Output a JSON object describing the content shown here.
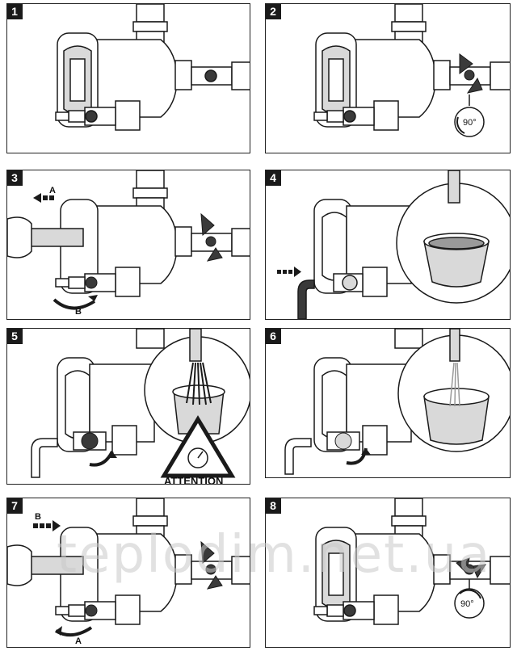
{
  "steps": [
    {
      "number": "1"
    },
    {
      "number": "2",
      "rotation_label": "90°"
    },
    {
      "number": "3",
      "label_a": "A",
      "label_b": "B"
    },
    {
      "number": "4"
    },
    {
      "number": "5",
      "warning": "ATTENTION"
    },
    {
      "number": "6"
    },
    {
      "number": "7",
      "label_a": "A",
      "label_b": "B"
    },
    {
      "number": "8",
      "rotation_label": "90°"
    }
  ],
  "watermark": "teplodim.net.ua",
  "colors": {
    "line": "#1a1a1a",
    "fill": "#ffffff",
    "shade": "#d9d9d9",
    "dark": "#3a3a3a"
  }
}
